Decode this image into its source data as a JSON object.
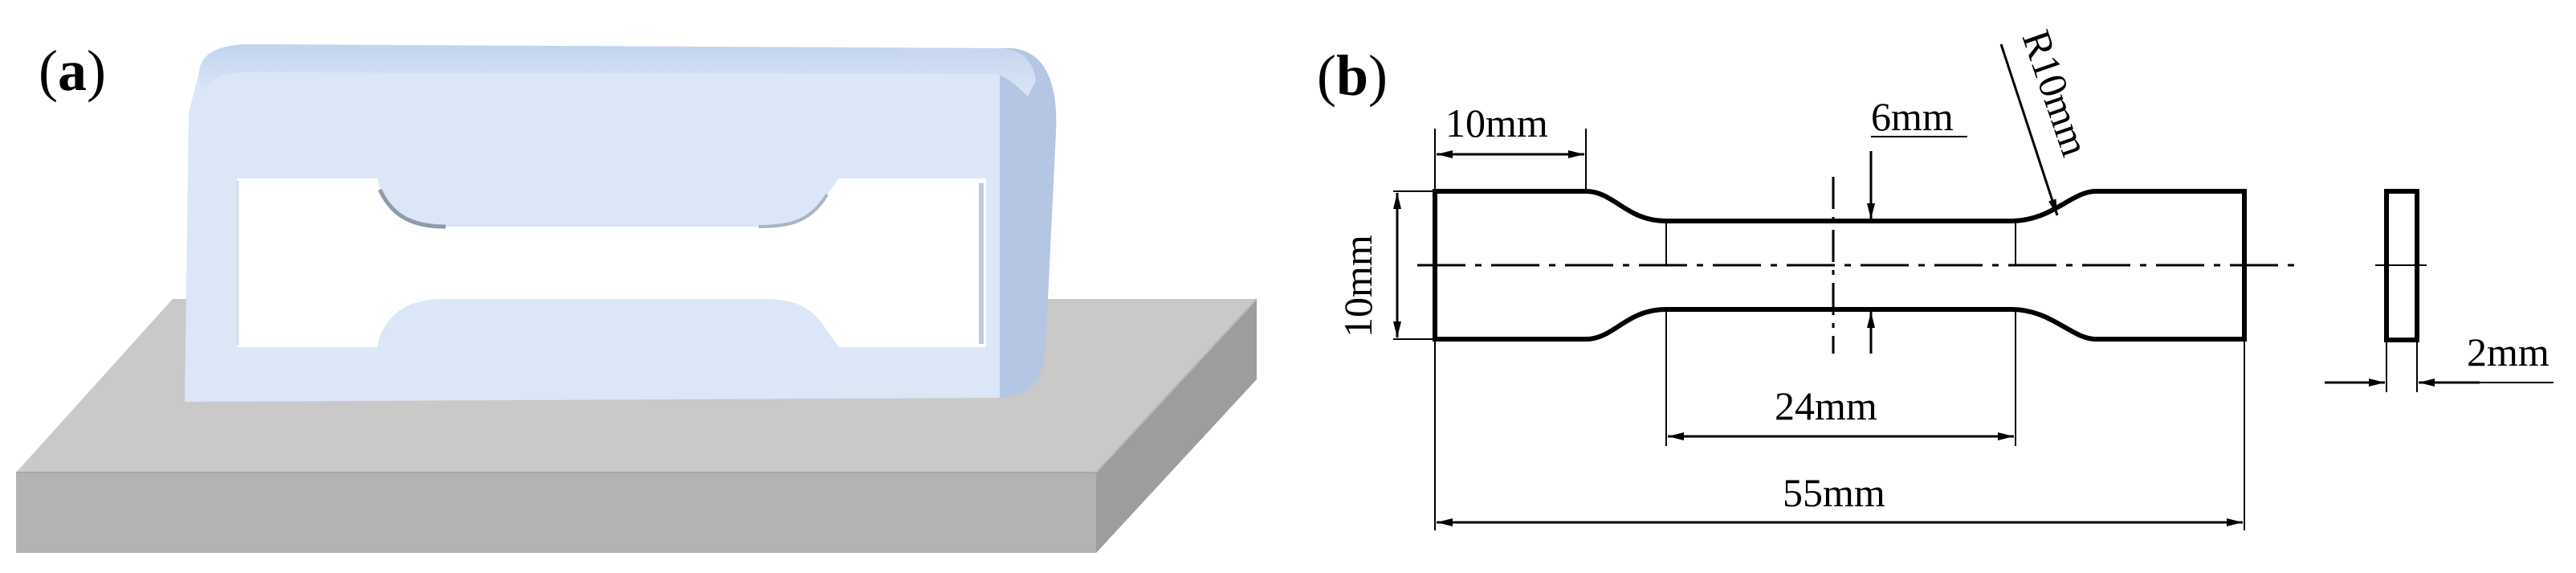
{
  "panels": {
    "a": {
      "open": "(",
      "letter": "a",
      "close": ")"
    },
    "b": {
      "open": "(",
      "letter": "b",
      "close": ")"
    }
  },
  "dimensions": {
    "grip_length": "10mm",
    "gauge_width": "6mm",
    "fillet_radius": "R10mm",
    "grip_width": "10mm",
    "parallel_length": "24mm",
    "total_length": "55mm",
    "thickness": "2mm"
  },
  "colors": {
    "mold_front": "#dbe6f6",
    "mold_top": "#cbdbf0",
    "mold_side": "#b4c6e3",
    "base_top": "#c9c9c9",
    "base_front": "#b3b3b3",
    "base_side": "#9d9d9d",
    "line": "#000000"
  }
}
